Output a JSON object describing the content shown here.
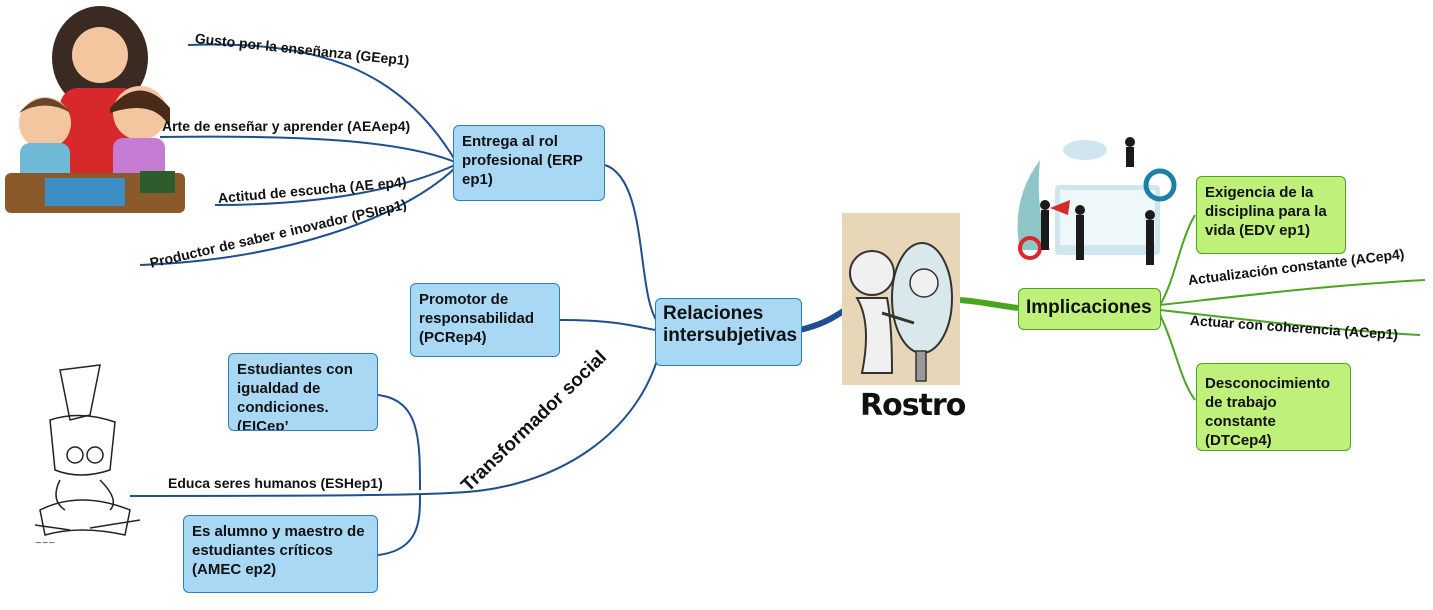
{
  "center": {
    "rostro_label": "Rostro"
  },
  "left_main": {
    "relaciones": "Relaciones\nintersubjetivas"
  },
  "right_main": {
    "implicaciones": "Implicaciones"
  },
  "left_nodes": {
    "entrega": "Entrega al rol\nprofesional (ERP\nep1)",
    "promotor": "Promotor de\nresponsabilidad\n(PCRep4)",
    "estudiantes": "Estudiantes con\nigualdad de\ncondiciones.(EICep’",
    "alumno": "Es alumno y maestro de\nestudiantes críticos\n(AMEC ep2)",
    "transformador": "Transformador social"
  },
  "left_leaves": {
    "gusto": "Gusto por la enseñanza (GEep1)",
    "arte": "Arte de enseñar y aprender (AEAep4)",
    "actitud": "Actitud de escucha (AE ep4)",
    "productor": "Productor de saber e inovador (PSIep1)",
    "educa": "Educa seres humanos (ESHep1)"
  },
  "right_nodes": {
    "exigencia": "Exigencia de la\ndisciplina para la\nvida (EDV ep1)",
    "actualizacion": "Actualización constante (ACep4)",
    "actuar": "Actuar con coherencia (ACep1)",
    "desconocimiento": "Desconocimiento\nde trabajo\nconstante (DTCep4)"
  },
  "colors": {
    "blue_fill": "#a9d8f5",
    "blue_border": "#2b7fc1",
    "green_fill": "#bff07a",
    "green_border": "#4aa51f",
    "link_blue": "#1f4f8f",
    "link_green": "#4aa51f"
  },
  "icons": [
    "teacher-children-illustration",
    "mirror-face-illustration",
    "business-team-illustration",
    "reading-child-sketch-illustration"
  ]
}
